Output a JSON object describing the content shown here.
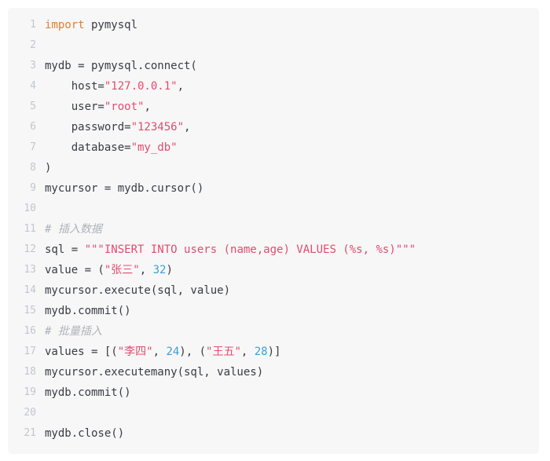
{
  "code": {
    "language": "python",
    "colors": {
      "block_background": "#f7f7f8",
      "page_background": "#ffffff",
      "plain": "#383c41",
      "keyword": "#dd8135",
      "string": "#e34c6d",
      "number": "#3b9fd8",
      "comment": "#afb2b8",
      "line_number": "#c2c6cc"
    },
    "token_names": {
      "p": "plain",
      "k": "keyword",
      "s": "string",
      "n": "number",
      "c": "comment"
    },
    "lines": [
      {
        "num": 1,
        "tokens": [
          {
            "t": "k",
            "s": "import"
          },
          {
            "t": "p",
            "s": " pymysql"
          }
        ]
      },
      {
        "num": 2,
        "tokens": []
      },
      {
        "num": 3,
        "tokens": [
          {
            "t": "p",
            "s": "mydb = pymysql.connect("
          }
        ]
      },
      {
        "num": 4,
        "tokens": [
          {
            "t": "p",
            "s": "    host="
          },
          {
            "t": "s",
            "s": "\"127.0.0.1\""
          },
          {
            "t": "p",
            "s": ","
          }
        ]
      },
      {
        "num": 5,
        "tokens": [
          {
            "t": "p",
            "s": "    user="
          },
          {
            "t": "s",
            "s": "\"root\""
          },
          {
            "t": "p",
            "s": ","
          }
        ]
      },
      {
        "num": 6,
        "tokens": [
          {
            "t": "p",
            "s": "    password="
          },
          {
            "t": "s",
            "s": "\"123456\""
          },
          {
            "t": "p",
            "s": ","
          }
        ]
      },
      {
        "num": 7,
        "tokens": [
          {
            "t": "p",
            "s": "    database="
          },
          {
            "t": "s",
            "s": "\"my_db\""
          }
        ]
      },
      {
        "num": 8,
        "tokens": [
          {
            "t": "p",
            "s": ")"
          }
        ]
      },
      {
        "num": 9,
        "tokens": [
          {
            "t": "p",
            "s": "mycursor = mydb.cursor()"
          }
        ]
      },
      {
        "num": 10,
        "tokens": []
      },
      {
        "num": 11,
        "tokens": [
          {
            "t": "c",
            "s": "# 插入数据"
          }
        ]
      },
      {
        "num": 12,
        "tokens": [
          {
            "t": "p",
            "s": "sql = "
          },
          {
            "t": "s",
            "s": "\"\"\"INSERT INTO users (name,age) VALUES (%s, %s)\"\"\""
          }
        ]
      },
      {
        "num": 13,
        "tokens": [
          {
            "t": "p",
            "s": "value = ("
          },
          {
            "t": "s",
            "s": "\"张三\""
          },
          {
            "t": "p",
            "s": ", "
          },
          {
            "t": "n",
            "s": "32"
          },
          {
            "t": "p",
            "s": ")"
          }
        ]
      },
      {
        "num": 14,
        "tokens": [
          {
            "t": "p",
            "s": "mycursor.execute(sql, value)"
          }
        ]
      },
      {
        "num": 15,
        "tokens": [
          {
            "t": "p",
            "s": "mydb.commit()"
          }
        ]
      },
      {
        "num": 16,
        "tokens": [
          {
            "t": "c",
            "s": "# 批量插入"
          }
        ]
      },
      {
        "num": 17,
        "tokens": [
          {
            "t": "p",
            "s": "values = [("
          },
          {
            "t": "s",
            "s": "\"李四\""
          },
          {
            "t": "p",
            "s": ", "
          },
          {
            "t": "n",
            "s": "24"
          },
          {
            "t": "p",
            "s": "), ("
          },
          {
            "t": "s",
            "s": "\"王五\""
          },
          {
            "t": "p",
            "s": ", "
          },
          {
            "t": "n",
            "s": "28"
          },
          {
            "t": "p",
            "s": ")]"
          }
        ]
      },
      {
        "num": 18,
        "tokens": [
          {
            "t": "p",
            "s": "mycursor.executemany(sql, values)"
          }
        ]
      },
      {
        "num": 19,
        "tokens": [
          {
            "t": "p",
            "s": "mydb.commit()"
          }
        ]
      },
      {
        "num": 20,
        "tokens": []
      },
      {
        "num": 21,
        "tokens": [
          {
            "t": "p",
            "s": "mydb.close()"
          }
        ]
      }
    ]
  }
}
